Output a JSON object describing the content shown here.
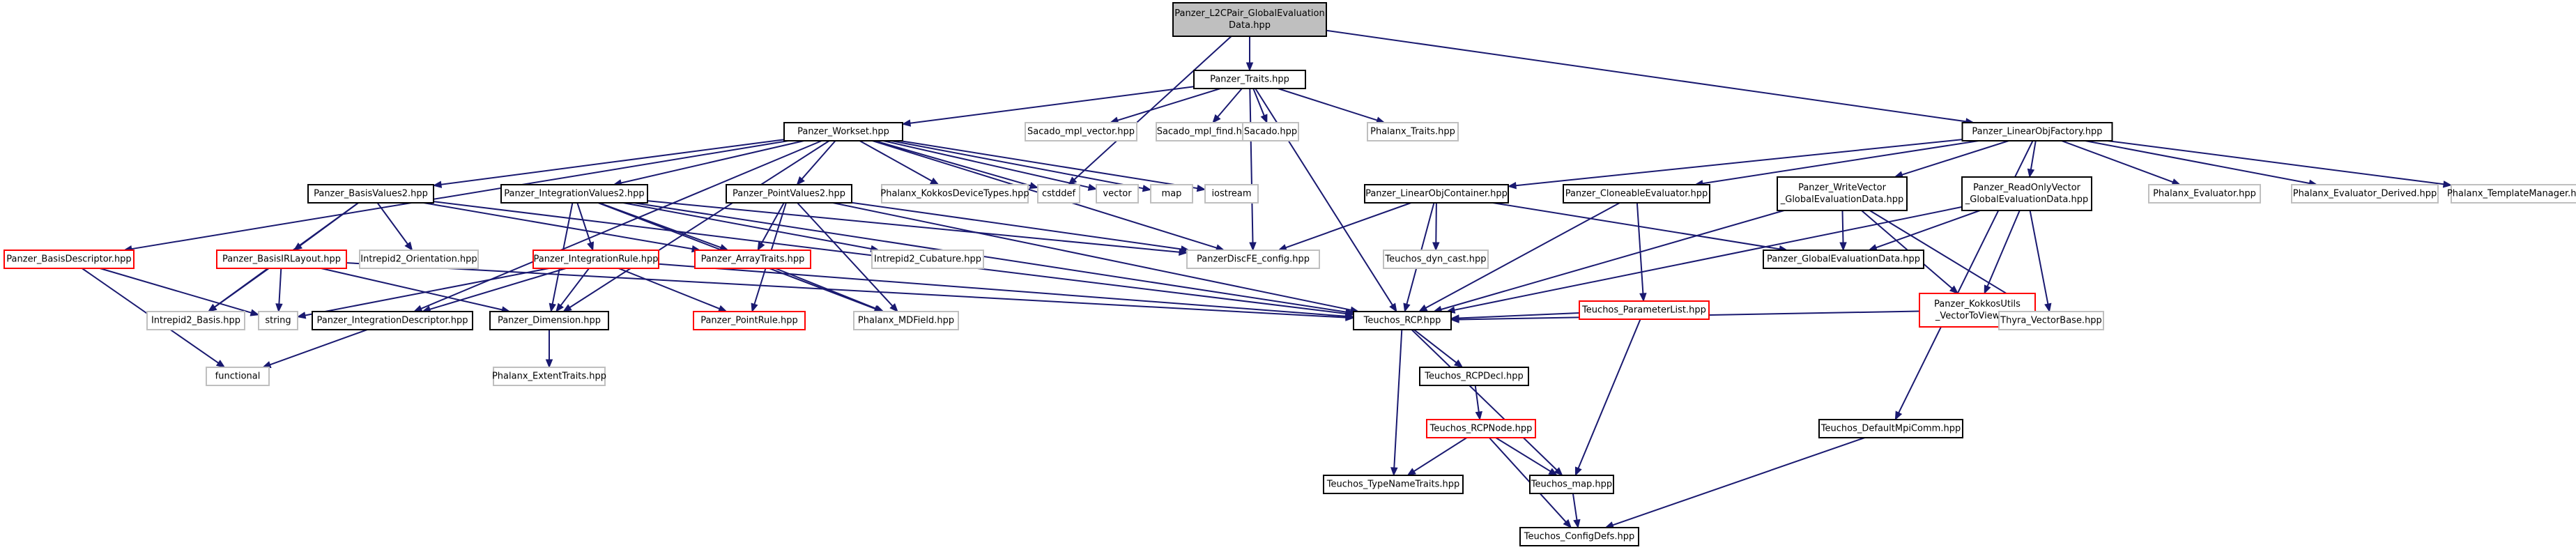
{
  "colors": {
    "root_fill": "#bfbfbf",
    "edge": "#191970",
    "bordered": "#000000",
    "missing": "#ff0000",
    "external": "#bfbfbf"
  },
  "nodes": [
    {
      "id": "root",
      "lines": [
        "Panzer_L2CPair_GlobalEvaluation",
        "Data.hpp"
      ],
      "style": "root"
    },
    {
      "id": "traits",
      "lines": [
        "Panzer_Traits.hpp"
      ],
      "style": "bordered"
    },
    {
      "id": "workset",
      "lines": [
        "Panzer_Workset.hpp"
      ],
      "style": "bordered"
    },
    {
      "id": "sacado_mpl_vector",
      "lines": [
        "Sacado_mpl_vector.hpp"
      ],
      "style": "external"
    },
    {
      "id": "sacado_mpl_find",
      "lines": [
        "Sacado_mpl_find.hpp"
      ],
      "style": "external"
    },
    {
      "id": "sacado",
      "lines": [
        "Sacado.hpp"
      ],
      "style": "external"
    },
    {
      "id": "phalanx_traits",
      "lines": [
        "Phalanx_Traits.hpp"
      ],
      "style": "external"
    },
    {
      "id": "linearobjfactory",
      "lines": [
        "Panzer_LinearObjFactory.hpp"
      ],
      "style": "bordered"
    },
    {
      "id": "basisdescriptor",
      "lines": [
        "Panzer_BasisDescriptor.hpp"
      ],
      "style": "missing"
    },
    {
      "id": "basisvalues2",
      "lines": [
        "Panzer_BasisValues2.hpp"
      ],
      "style": "bordered"
    },
    {
      "id": "integrationvalues2",
      "lines": [
        "Panzer_IntegrationValues2.hpp"
      ],
      "style": "bordered"
    },
    {
      "id": "pointvalues2",
      "lines": [
        "Panzer_PointValues2.hpp"
      ],
      "style": "bordered"
    },
    {
      "id": "phalanx_kokkosdevicetypes",
      "lines": [
        "Phalanx_KokkosDeviceTypes.hpp"
      ],
      "style": "external"
    },
    {
      "id": "cstddef",
      "lines": [
        "cstddef"
      ],
      "style": "external"
    },
    {
      "id": "vector",
      "lines": [
        "vector"
      ],
      "style": "external"
    },
    {
      "id": "map",
      "lines": [
        "map"
      ],
      "style": "external"
    },
    {
      "id": "iostream",
      "lines": [
        "iostream"
      ],
      "style": "external"
    },
    {
      "id": "linearobjcontainer",
      "lines": [
        "Panzer_LinearObjContainer.hpp"
      ],
      "style": "bordered"
    },
    {
      "id": "cloneableevaluator",
      "lines": [
        "Panzer_CloneableEvaluator.hpp"
      ],
      "style": "bordered"
    },
    {
      "id": "writevector",
      "lines": [
        "Panzer_WriteVector",
        "_GlobalEvaluationData.hpp"
      ],
      "style": "bordered"
    },
    {
      "id": "readonlyvector",
      "lines": [
        "Panzer_ReadOnlyVector",
        "_GlobalEvaluationData.hpp"
      ],
      "style": "bordered"
    },
    {
      "id": "phalanx_evaluator",
      "lines": [
        "Phalanx_Evaluator.hpp"
      ],
      "style": "external"
    },
    {
      "id": "phalanx_evaluator_derived",
      "lines": [
        "Phalanx_Evaluator_Derived.hpp"
      ],
      "style": "external"
    },
    {
      "id": "phalanx_templatemanager",
      "lines": [
        "Phalanx_TemplateManager.hpp"
      ],
      "style": "external"
    },
    {
      "id": "basisirlayout",
      "lines": [
        "Panzer_BasisIRLayout.hpp"
      ],
      "style": "missing"
    },
    {
      "id": "intrepid2_orientation",
      "lines": [
        "Intrepid2_Orientation.hpp"
      ],
      "style": "external"
    },
    {
      "id": "integrationrule",
      "lines": [
        "Panzer_IntegrationRule.hpp"
      ],
      "style": "missing"
    },
    {
      "id": "arraytraits",
      "lines": [
        "Panzer_ArrayTraits.hpp"
      ],
      "style": "missing"
    },
    {
      "id": "intrepid2_cubature",
      "lines": [
        "Intrepid2_Cubature.hpp"
      ],
      "style": "external"
    },
    {
      "id": "panzerdiscfe_config",
      "lines": [
        "PanzerDiscFE_config.hpp"
      ],
      "style": "external"
    },
    {
      "id": "teuchos_dyn_cast",
      "lines": [
        "Teuchos_dyn_cast.hpp"
      ],
      "style": "external"
    },
    {
      "id": "teuchos_parameterlist",
      "lines": [
        "Teuchos_ParameterList.hpp"
      ],
      "style": "missing"
    },
    {
      "id": "globalevaluationdata",
      "lines": [
        "Panzer_GlobalEvaluationData.hpp"
      ],
      "style": "bordered"
    },
    {
      "id": "kokkosutils",
      "lines": [
        "Panzer_KokkosUtils",
        "_VectorToView.hpp"
      ],
      "style": "missing"
    },
    {
      "id": "intrepid2_basis",
      "lines": [
        "Intrepid2_Basis.hpp"
      ],
      "style": "external"
    },
    {
      "id": "string",
      "lines": [
        "string"
      ],
      "style": "external"
    },
    {
      "id": "integrationdescriptor",
      "lines": [
        "Panzer_IntegrationDescriptor.hpp"
      ],
      "style": "bordered"
    },
    {
      "id": "dimension",
      "lines": [
        "Panzer_Dimension.hpp"
      ],
      "style": "bordered"
    },
    {
      "id": "pointrule",
      "lines": [
        "Panzer_PointRule.hpp"
      ],
      "style": "missing"
    },
    {
      "id": "phalanx_mdfield",
      "lines": [
        "Phalanx_MDField.hpp"
      ],
      "style": "external"
    },
    {
      "id": "teuchos_rcp",
      "lines": [
        "Teuchos_RCP.hpp"
      ],
      "style": "bordered"
    },
    {
      "id": "thyra_vectorbase",
      "lines": [
        "Thyra_VectorBase.hpp"
      ],
      "style": "external"
    },
    {
      "id": "functional",
      "lines": [
        "functional"
      ],
      "style": "external"
    },
    {
      "id": "phalanx_extenttraits",
      "lines": [
        "Phalanx_ExtentTraits.hpp"
      ],
      "style": "external"
    },
    {
      "id": "teuchos_rcpdecl",
      "lines": [
        "Teuchos_RCPDecl.hpp"
      ],
      "style": "bordered"
    },
    {
      "id": "teuchos_rcpnode",
      "lines": [
        "Teuchos_RCPNode.hpp"
      ],
      "style": "missing"
    },
    {
      "id": "teuchos_defaultmpicomm",
      "lines": [
        "Teuchos_DefaultMpiComm.hpp"
      ],
      "style": "bordered"
    },
    {
      "id": "teuchos_typenametraits",
      "lines": [
        "Teuchos_TypeNameTraits.hpp"
      ],
      "style": "bordered"
    },
    {
      "id": "teuchos_map",
      "lines": [
        "Teuchos_map.hpp"
      ],
      "style": "bordered"
    },
    {
      "id": "teuchos_configdefs",
      "lines": [
        "Teuchos_ConfigDefs.hpp"
      ],
      "style": "bordered"
    }
  ],
  "edges": [
    [
      "root",
      "traits"
    ],
    [
      "root",
      "linearobjfactory"
    ],
    [
      "root",
      "cstddef"
    ],
    [
      "traits",
      "workset"
    ],
    [
      "traits",
      "sacado_mpl_vector"
    ],
    [
      "traits",
      "sacado_mpl_find"
    ],
    [
      "traits",
      "sacado"
    ],
    [
      "traits",
      "phalanx_traits"
    ],
    [
      "traits",
      "panzerdiscfe_config"
    ],
    [
      "traits",
      "teuchos_rcp"
    ],
    [
      "workset",
      "basisdescriptor"
    ],
    [
      "workset",
      "basisvalues2"
    ],
    [
      "workset",
      "integrationvalues2"
    ],
    [
      "workset",
      "pointvalues2"
    ],
    [
      "workset",
      "phalanx_kokkosdevicetypes"
    ],
    [
      "workset",
      "cstddef"
    ],
    [
      "workset",
      "vector"
    ],
    [
      "workset",
      "map"
    ],
    [
      "workset",
      "iostream"
    ],
    [
      "workset",
      "integrationdescriptor"
    ],
    [
      "workset",
      "dimension"
    ],
    [
      "workset",
      "panzerdiscfe_config"
    ],
    [
      "linearobjfactory",
      "linearobjcontainer"
    ],
    [
      "linearobjfactory",
      "cloneableevaluator"
    ],
    [
      "linearobjfactory",
      "writevector"
    ],
    [
      "linearobjfactory",
      "readonlyvector"
    ],
    [
      "linearobjfactory",
      "phalanx_evaluator"
    ],
    [
      "linearobjfactory",
      "phalanx_evaluator_derived"
    ],
    [
      "linearobjfactory",
      "phalanx_templatemanager"
    ],
    [
      "linearobjfactory",
      "teuchos_defaultmpicomm"
    ],
    [
      "basisvalues2",
      "basisirlayout"
    ],
    [
      "basisvalues2",
      "intrepid2_orientation"
    ],
    [
      "basisvalues2",
      "arraytraits"
    ],
    [
      "basisvalues2",
      "intrepid2_basis"
    ],
    [
      "basisvalues2",
      "teuchos_rcp"
    ],
    [
      "integrationvalues2",
      "integrationrule"
    ],
    [
      "integrationvalues2",
      "arraytraits"
    ],
    [
      "integrationvalues2",
      "intrepid2_cubature"
    ],
    [
      "integrationvalues2",
      "panzerdiscfe_config"
    ],
    [
      "integrationvalues2",
      "dimension"
    ],
    [
      "integrationvalues2",
      "teuchos_rcp"
    ],
    [
      "integrationvalues2",
      "phalanx_mdfield"
    ],
    [
      "pointvalues2",
      "arraytraits"
    ],
    [
      "pointvalues2",
      "panzerdiscfe_config"
    ],
    [
      "pointvalues2",
      "pointrule"
    ],
    [
      "pointvalues2",
      "phalanx_mdfield"
    ],
    [
      "pointvalues2",
      "teuchos_rcp"
    ],
    [
      "basisdescriptor",
      "string"
    ],
    [
      "basisdescriptor",
      "functional"
    ],
    [
      "basisirlayout",
      "intrepid2_basis"
    ],
    [
      "basisirlayout",
      "string"
    ],
    [
      "basisirlayout",
      "dimension"
    ],
    [
      "basisirlayout",
      "teuchos_rcp"
    ],
    [
      "integrationrule",
      "integrationdescriptor"
    ],
    [
      "integrationrule",
      "dimension"
    ],
    [
      "integrationrule",
      "pointrule"
    ],
    [
      "integrationrule",
      "string"
    ],
    [
      "integrationrule",
      "teuchos_rcp"
    ],
    [
      "arraytraits",
      "phalanx_mdfield"
    ],
    [
      "integrationdescriptor",
      "functional"
    ],
    [
      "dimension",
      "phalanx_extenttraits"
    ],
    [
      "linearobjcontainer",
      "teuchos_dyn_cast"
    ],
    [
      "linearobjcontainer",
      "panzerdiscfe_config"
    ],
    [
      "linearobjcontainer",
      "globalevaluationdata"
    ],
    [
      "linearobjcontainer",
      "teuchos_rcp"
    ],
    [
      "cloneableevaluator",
      "teuchos_parameterlist"
    ],
    [
      "cloneableevaluator",
      "teuchos_rcp"
    ],
    [
      "writevector",
      "globalevaluationdata"
    ],
    [
      "writevector",
      "kokkosutils"
    ],
    [
      "writevector",
      "thyra_vectorbase"
    ],
    [
      "writevector",
      "teuchos_rcp"
    ],
    [
      "readonlyvector",
      "globalevaluationdata"
    ],
    [
      "readonlyvector",
      "kokkosutils"
    ],
    [
      "readonlyvector",
      "thyra_vectorbase"
    ],
    [
      "readonlyvector",
      "teuchos_rcp"
    ],
    [
      "teuchos_parameterlist",
      "teuchos_rcp"
    ],
    [
      "teuchos_parameterlist",
      "teuchos_map"
    ],
    [
      "kokkosutils",
      "thyra_vectorbase"
    ],
    [
      "kokkosutils",
      "teuchos_rcp"
    ],
    [
      "teuchos_rcp",
      "teuchos_rcpdecl"
    ],
    [
      "teuchos_rcp",
      "teuchos_typenametraits"
    ],
    [
      "teuchos_rcp",
      "teuchos_map"
    ],
    [
      "teuchos_rcpdecl",
      "teuchos_rcpnode"
    ],
    [
      "teuchos_rcpnode",
      "teuchos_typenametraits"
    ],
    [
      "teuchos_rcpnode",
      "teuchos_map"
    ],
    [
      "teuchos_rcpnode",
      "teuchos_configdefs"
    ],
    [
      "teuchos_map",
      "teuchos_configdefs"
    ],
    [
      "teuchos_defaultmpicomm",
      "teuchos_configdefs"
    ]
  ]
}
